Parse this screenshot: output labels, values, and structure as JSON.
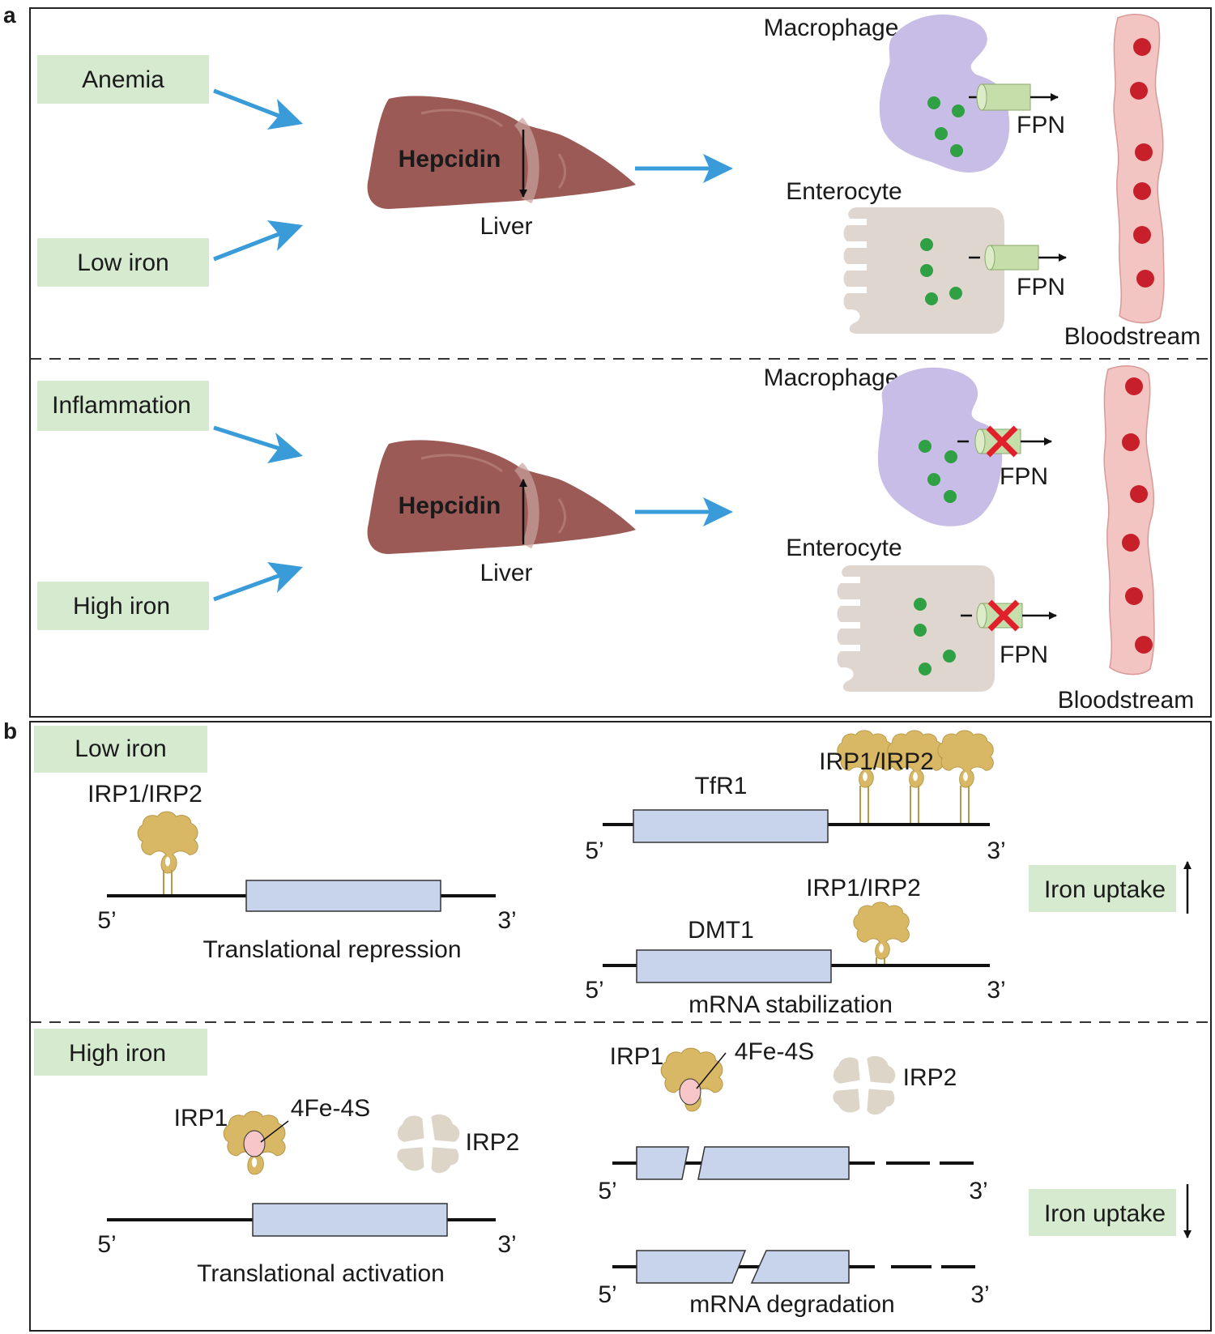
{
  "panel_a": {
    "letter": "a",
    "top": {
      "stimulus_1": "Anemia",
      "stimulus_2": "Low iron",
      "hormone": "Hepcidin",
      "organ": "Liver",
      "macrophage": "Macrophage",
      "enterocyte": "Enterocyte",
      "fpn_1": "FPN",
      "fpn_2": "FPN",
      "blood": "Bloodstream"
    },
    "bottom": {
      "stimulus_1": "Inflammation",
      "stimulus_2": "High iron",
      "hormone": "Hepcidin",
      "organ": "Liver",
      "macrophage": "Macrophage",
      "enterocyte": "Enterocyte",
      "fpn_1": "FPN",
      "fpn_2": "FPN",
      "blood": "Bloodstream"
    }
  },
  "panel_b": {
    "letter": "b",
    "low": {
      "condition": "Low iron",
      "irp_left": "IRP1/IRP2",
      "left_5": "5’",
      "left_3": "3’",
      "left_caption": "Translational repression",
      "tfr1": "TfR1",
      "irp_tfr1": "IRP1/IRP2",
      "tfr1_5": "5’",
      "tfr1_3": "3’",
      "dmt1": "DMT1",
      "irp_dmt1": "IRP1/IRP2",
      "dmt1_5": "5’",
      "dmt1_3": "3’",
      "right_caption": "mRNA stabilization",
      "uptake": "Iron uptake"
    },
    "high": {
      "condition": "High iron",
      "irp1_left": "IRP1",
      "fes_left": "4Fe-4S",
      "irp2_left": "IRP2",
      "left_5": "5’",
      "left_3": "3’",
      "left_caption": "Translational activation",
      "irp1_right": "IRP1",
      "fes_right": "4Fe-4S",
      "irp2_right": "IRP2",
      "mrna1_5": "5’",
      "mrna1_3": "3’",
      "mrna2_5": "5’",
      "mrna2_3": "3’",
      "right_caption": "mRNA degradation",
      "uptake": "Iron uptake"
    }
  },
  "colors": {
    "label_box": "#d6ead0",
    "arrow_blue": "#3a9bd9",
    "liver": "#9b5a55",
    "macrophage": "#c8bde6",
    "enterocyte": "#e0d6d0",
    "iron_green": "#2fa043",
    "blood_vessel": "#f2c4c2",
    "rbc": "#c8202a",
    "fpn": "#c6deaa",
    "irp": "#d9b865",
    "gene_box": "#c8d3ec",
    "block_red": "#e0202a"
  }
}
